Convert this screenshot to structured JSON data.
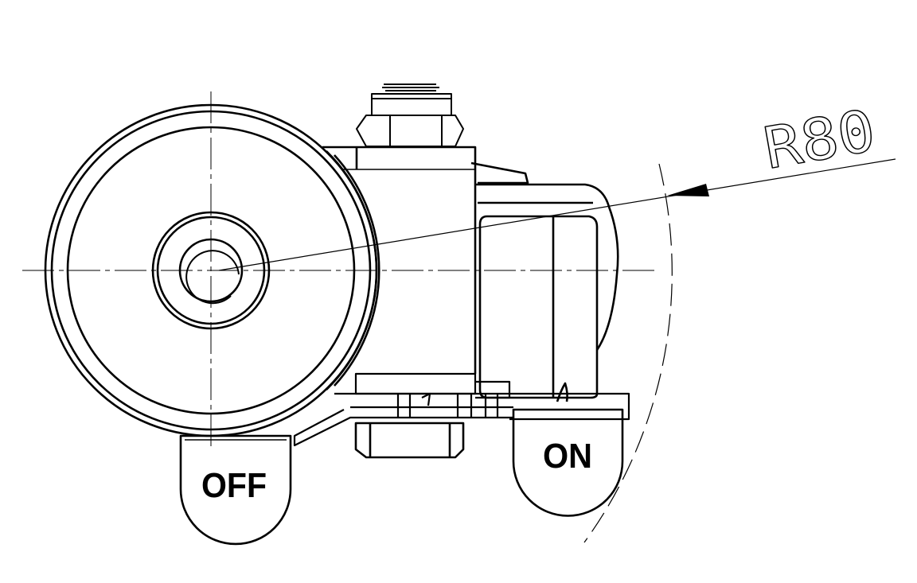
{
  "drawing": {
    "dimension_label": "R80",
    "off_button_label": "OFF",
    "on_button_label": "ON",
    "line_color": "#000000",
    "background_color": "#ffffff"
  }
}
